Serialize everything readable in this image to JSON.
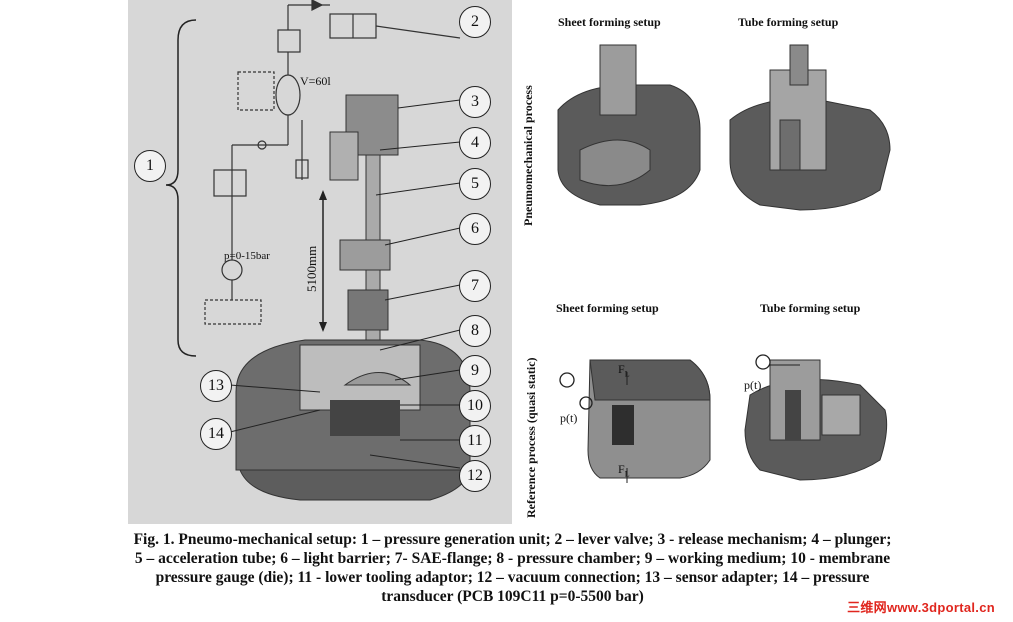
{
  "left_figure": {
    "callouts": [
      "1",
      "2",
      "3",
      "4",
      "5",
      "6",
      "7",
      "8",
      "9",
      "10",
      "11",
      "12",
      "13",
      "14"
    ],
    "volume_label": "V=60l",
    "pressure_label": "p=0-15bar",
    "distance_label": "5100mm"
  },
  "right_top": {
    "side_label": "Pneumomechanical   process",
    "sheet_title": "Sheet forming setup",
    "tube_title": "Tube forming setup"
  },
  "right_bottom": {
    "side_label": "Reference   process  (quasi static)",
    "sheet_title": "Sheet forming setup",
    "tube_title": "Tube forming setup",
    "force_label": "F",
    "force_sub": "L",
    "pt_label": "p(t)"
  },
  "caption": {
    "line1": "Fig. 1. Pneumo-mechanical setup: 1 – pressure generation unit; 2 – lever valve; 3 - release mechanism; 4 – plunger;",
    "line2": "5 – acceleration tube; 6 – light barrier; 7- SAE-flange; 8 - pressure chamber; 9 – working medium; 10 - membrane",
    "line3": "pressure gauge (die); 11 - lower tooling adaptor; 12 – vacuum connection; 13 – sensor adapter; 14 – pressure",
    "line4": "transducer (PCB 109C11 p=0-5500 bar)"
  },
  "watermark": "三维网www.3dportal.cn"
}
